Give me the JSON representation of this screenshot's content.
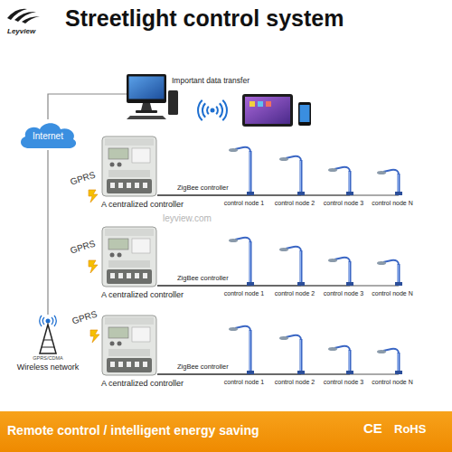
{
  "diagram": {
    "title": "Streetlight control system",
    "nodes": [
      {
        "text": [
          "Internet"
        ]
      },
      {
        "text": [
          "A centralized controller"
        ]
      },
      {
        "text": [
          "control node 1"
        ]
      },
      {
        "text": [
          "control node 2"
        ]
      },
      {
        "text": [
          "control node 3"
        ]
      },
      {
        "text": [
          "control node N"
        ]
      },
      {
        "text": [
          "A centralized controller"
        ]
      },
      {
        "text": [
          "control node 1"
        ]
      },
      {
        "text": [
          "control node 2"
        ]
      },
      {
        "text": [
          "control node 3"
        ]
      },
      {
        "text": [
          "control node N"
        ]
      },
      {
        "text": [
          "GPRS/CDMA",
          "Wireless network"
        ]
      },
      {
        "text": [
          "A centralized controller"
        ]
      },
      {
        "text": [
          "control node 1"
        ]
      },
      {
        "text": [
          "control node 2"
        ]
      },
      {
        "text": [
          "control node 3"
        ]
      },
      {
        "text": [
          "control node N"
        ]
      }
    ],
    "edges": [
      {
        "from": 0,
        "to": 11,
        "arrow": "none"
      },
      {
        "from": 1,
        "to": 2,
        "arrow": "none",
        "label": "ZigBee controller"
      },
      {
        "from": 1,
        "to": 3,
        "arrow": "none"
      },
      {
        "from": 1,
        "to": 4,
        "arrow": "none"
      },
      {
        "from": 1,
        "to": 5,
        "arrow": "none"
      },
      {
        "from": 6,
        "to": 7,
        "arrow": "none",
        "label": "ZigBee controller"
      },
      {
        "from": 6,
        "to": 8,
        "arrow": "none"
      },
      {
        "from": 6,
        "to": 9,
        "arrow": "none"
      },
      {
        "from": 6,
        "to": 10,
        "arrow": "none"
      },
      {
        "from": 12,
        "to": 13,
        "arrow": "none",
        "label": "ZigBee controller"
      },
      {
        "from": 12,
        "to": 14,
        "arrow": "none"
      },
      {
        "from": 12,
        "to": 15,
        "arrow": "none"
      },
      {
        "from": 12,
        "to": 16,
        "arrow": "none"
      }
    ],
    "labels": [
      "Leyview",
      "Important data transfer",
      "GPRS",
      "GPRS",
      "GPRS",
      "leyview.com",
      "Remote control / intelligent energy saving",
      "CE",
      "RoHS"
    ]
  }
}
